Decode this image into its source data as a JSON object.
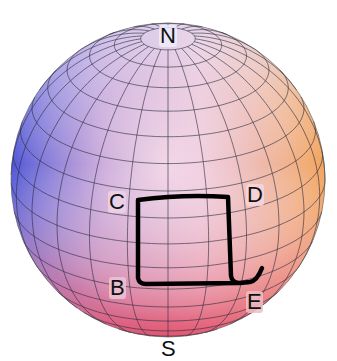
{
  "diagram": {
    "labels": [
      "N",
      "C",
      "D",
      "B",
      "E",
      "S"
    ]
  }
}
